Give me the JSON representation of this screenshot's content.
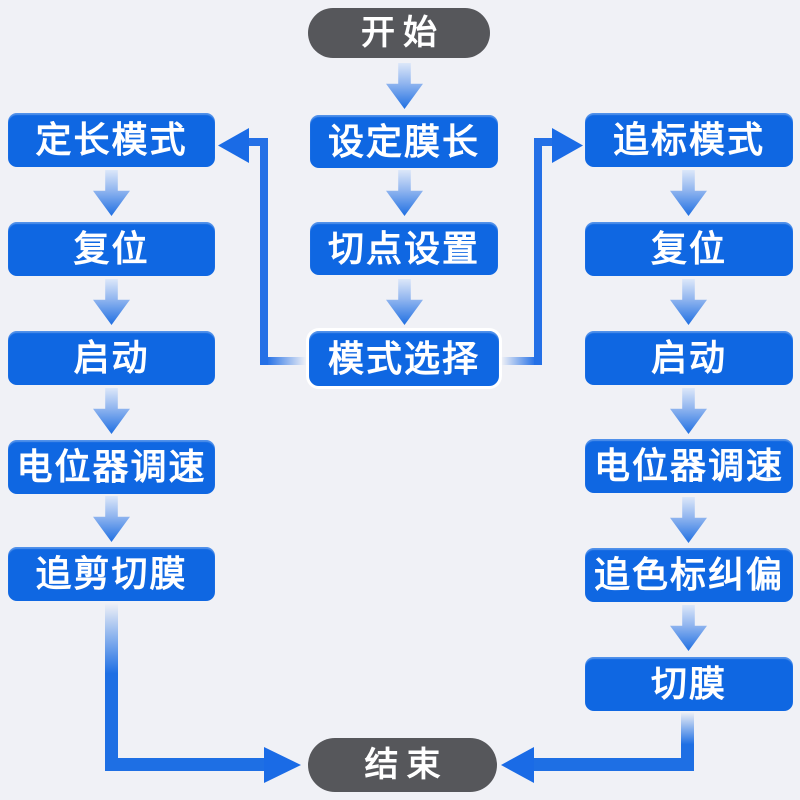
{
  "colors": {
    "background": "#f0f1f6",
    "node_blue": "#0f67e2",
    "terminal_gray": "#56575b",
    "arrow_blue": "#1e6fe4",
    "arrow_light": "#dce7f9",
    "mode_select_border": "#ffffff",
    "text": "#ffffff"
  },
  "nodes": {
    "start": "开始",
    "end": "结束",
    "center": [
      "设定膜长",
      "切点设置",
      "模式选择"
    ],
    "left": [
      "定长模式",
      "复位",
      "启动",
      "电位器调速",
      "追剪切膜"
    ],
    "right": [
      "追标模式",
      "复位",
      "启动",
      "电位器调速",
      "追色标纠偏",
      "切膜"
    ]
  }
}
